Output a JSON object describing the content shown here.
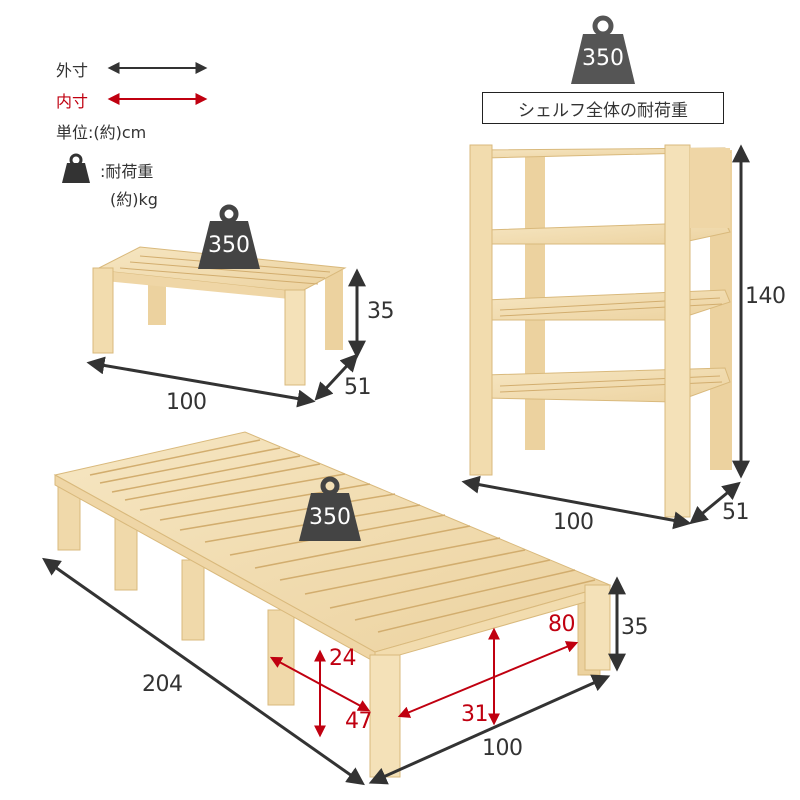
{
  "legend": {
    "outer_label": "外寸",
    "inner_label": "内寸",
    "unit_label": "単位:(約)cm",
    "load_label": ":耐荷重",
    "load_unit": "(約)kg",
    "outer_color": "#333333",
    "inner_color": "#c00010"
  },
  "shelf": {
    "weight_value": "350",
    "caption": "シェルフ全体の耐荷重",
    "height": "140",
    "width": "100",
    "depth": "51"
  },
  "bench": {
    "weight_value": "350",
    "height": "35",
    "width": "100",
    "depth": "51"
  },
  "bed": {
    "weight_value": "350",
    "length": "204",
    "width": "100",
    "height": "35",
    "inner_width": "80",
    "inner_height": "31",
    "inner_depth": "47",
    "inner_clearance": "24"
  },
  "colors": {
    "wood": "#f1dcae",
    "wood_dark": "#d9b97c",
    "weight_icon": "#555555",
    "arrow": "#333333",
    "arrow_red": "#c00010"
  }
}
